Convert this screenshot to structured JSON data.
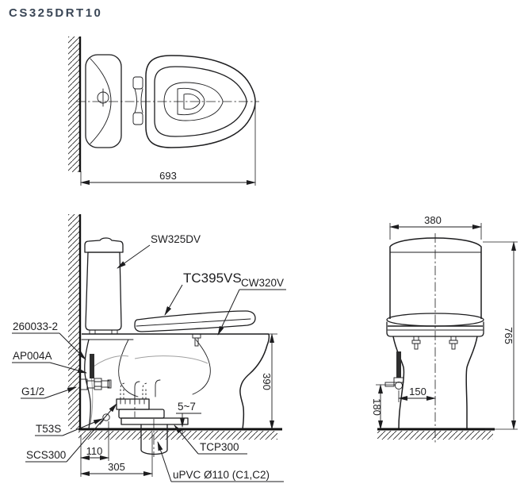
{
  "title": "CS325DRT10",
  "top_view": {
    "dims": {
      "total_length": "693"
    }
  },
  "side_view": {
    "labels": {
      "tank": "SW325DV",
      "seat_cover": "TC395VS",
      "bowl": "CW320V",
      "inlet_part": "260033-2",
      "fill_valve": "AP004A",
      "supply_thread": "G1/2",
      "part_t53s": "T53S",
      "part_scs300": "SCS300",
      "flange": "TCP300",
      "drain_pipe": "uPVC Ø110 (C1,C2)"
    },
    "dims": {
      "valve_offset": "110",
      "drain_offset": "305",
      "floor_gap": "5~7",
      "rim_height": "390"
    }
  },
  "front_view": {
    "dims": {
      "tank_width": "380",
      "total_height": "765",
      "supply_offset": "150",
      "supply_height": "180"
    }
  }
}
